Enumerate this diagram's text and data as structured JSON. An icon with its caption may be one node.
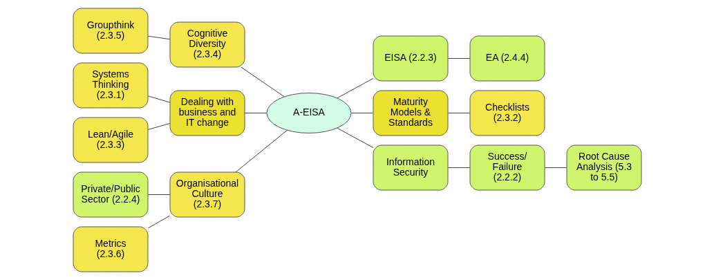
{
  "diagram": {
    "nodes": [
      {
        "text": [
          "A-EISA"
        ]
      },
      {
        "text": [
          "Cognitive Diversity (2.3.4)"
        ]
      },
      {
        "text": [
          "Groupthink (2.3.5)"
        ]
      },
      {
        "text": [
          "Dealing with business and IT change"
        ]
      },
      {
        "text": [
          "Systems Thinking (2.3.1)"
        ]
      },
      {
        "text": [
          "Lean/Agile (2.3.3)"
        ]
      },
      {
        "text": [
          "Organisational Culture (2.3.7)"
        ]
      },
      {
        "text": [
          "Private/Public Sector (2.2.4)"
        ]
      },
      {
        "text": [
          "Metrics (2.3.6)"
        ]
      },
      {
        "text": [
          "EISA (2.2.3)"
        ]
      },
      {
        "text": [
          "EA (2.4.4)"
        ]
      },
      {
        "text": [
          "Maturity Models & Standards"
        ]
      },
      {
        "text": [
          "Checklists (2.3.2)"
        ]
      },
      {
        "text": [
          "Information Security"
        ]
      },
      {
        "text": [
          "Success/ Failure (2.2.2)"
        ]
      },
      {
        "text": [
          "Root Cause Analysis (5.3 to 5.5)"
        ]
      }
    ],
    "edges": [
      {
        "from": 1,
        "to": 0,
        "arrow": "none"
      },
      {
        "from": 2,
        "to": 1,
        "arrow": "none"
      },
      {
        "from": 3,
        "to": 0,
        "arrow": "none"
      },
      {
        "from": 4,
        "to": 3,
        "arrow": "none"
      },
      {
        "from": 5,
        "to": 3,
        "arrow": "none"
      },
      {
        "from": 6,
        "to": 0,
        "arrow": "none"
      },
      {
        "from": 7,
        "to": 6,
        "arrow": "none"
      },
      {
        "from": 8,
        "to": 6,
        "arrow": "none"
      },
      {
        "from": 0,
        "to": 9,
        "arrow": "none"
      },
      {
        "from": 9,
        "to": 10,
        "arrow": "none"
      },
      {
        "from": 0,
        "to": 11,
        "arrow": "none"
      },
      {
        "from": 11,
        "to": 12,
        "arrow": "none"
      },
      {
        "from": 0,
        "to": 13,
        "arrow": "none"
      },
      {
        "from": 13,
        "to": 14,
        "arrow": "none"
      },
      {
        "from": 14,
        "to": 15,
        "arrow": "none"
      }
    ]
  }
}
